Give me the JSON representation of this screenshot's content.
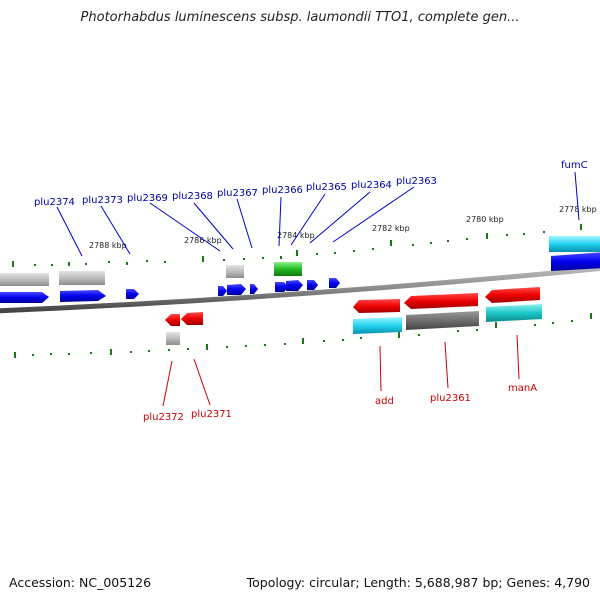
{
  "title": "Photorhabdus luminescens subsp. laumondii TTO1, complete gen...",
  "footer": {
    "accession": "Accession: NC_005126",
    "info": "Topology: circular; Length: 5,688,987 bp; Genes: 4,790"
  },
  "colors": {
    "forward_label": "#0000aa",
    "reverse_label": "#cc0000",
    "tick": "#1a7a1a",
    "backbone": "#777777"
  },
  "kbp_labels": [
    "2788 kbp",
    "2786 kbp",
    "2784 kbp",
    "2782 kbp",
    "2780 kbp",
    "2778 kbp"
  ],
  "forward_genes": [
    "plu2374",
    "plu2373",
    "plu2369",
    "plu2368",
    "plu2367",
    "plu2366",
    "plu2365",
    "plu2364",
    "plu2363",
    "fumC"
  ],
  "reverse_genes": [
    "plu2372",
    "plu2371",
    "add",
    "plu2361",
    "manA"
  ]
}
